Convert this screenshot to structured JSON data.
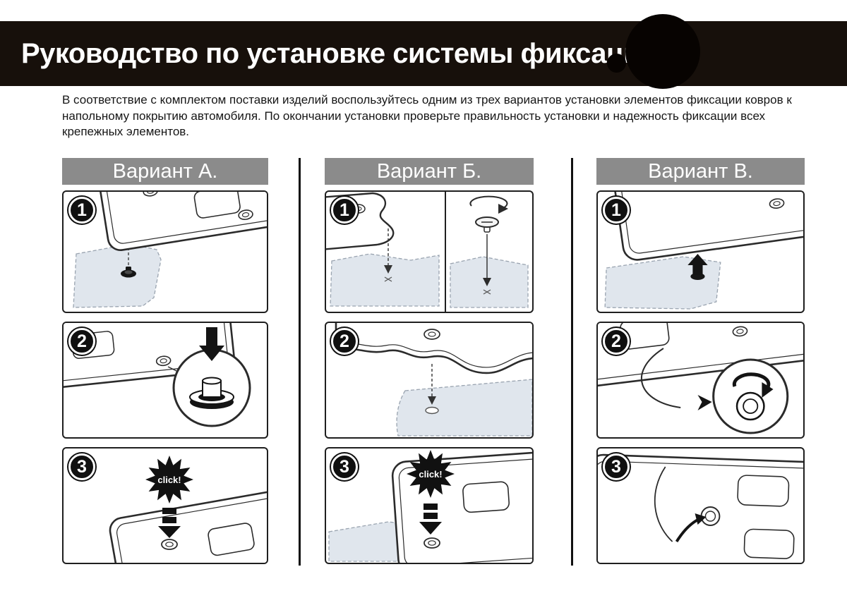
{
  "page": {
    "title": "Руководство по установке системы фиксации",
    "intro": "В соответствие с комплектом поставки изделий воспользуйтесь одним из трех вариантов установки элементов фиксации ковров к напольному покрытию автомобиля. По окончании установки проверьте правильность установки и надежность фиксации всех крепежных элементов."
  },
  "columns": [
    {
      "title": "Вариант А.",
      "steps": [
        {
          "number": "1"
        },
        {
          "number": "2"
        },
        {
          "number": "3",
          "click_label": "click!"
        }
      ]
    },
    {
      "title": "Вариант Б.",
      "steps": [
        {
          "number": "1"
        },
        {
          "number": "2"
        },
        {
          "number": "3",
          "click_label": "click!"
        }
      ]
    },
    {
      "title": "Вариант В.",
      "steps": [
        {
          "number": "1"
        },
        {
          "number": "2"
        },
        {
          "number": "3"
        }
      ]
    }
  ],
  "colors": {
    "header_bg": "#17100b",
    "logo": "#070301",
    "column_header_bg": "#8b8b8b",
    "carpet_fill": "#e0e6ed",
    "line": "#2b2b2b"
  }
}
